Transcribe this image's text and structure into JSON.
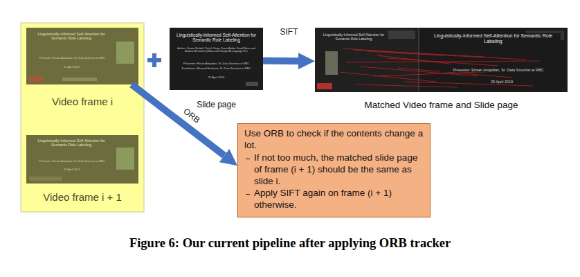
{
  "diagram": {
    "caption": "Figure 6: Our current pipeline after applying ORB tracker",
    "nodes": [
      {
        "text": [
          "Video frame i"
        ]
      },
      {
        "text": [
          "Video frame i + 1"
        ]
      },
      {
        "text": [
          "Slide page"
        ]
      },
      {
        "text": [
          "Matched Video frame and Slide page"
        ]
      },
      {
        "text": [
          "Use ORB to check if the contents change a lot.",
          "If not too much, the matched slide page of frame (i + 1) should be the same as slide i.",
          "Apply SIFT again on frame (i + 1) otherwise."
        ]
      }
    ],
    "edges": [
      {
        "from": 2,
        "to": 3,
        "label": "SIFT",
        "arrow": "to"
      },
      {
        "from": 0,
        "to": 4,
        "label": "ORB",
        "arrow": "to"
      }
    ],
    "labels": [
      "Linguistically-Informed Self-Attention for Semantic Role Labeling",
      "Presenter: Ehsan Amjadian, Sr. Data Scientist at RBC",
      "25 April 2019",
      "Linguistically-Informed Self-Attention for Semantic Role Labeling",
      "Presenter: Ehsan Amjadian, Sr. Data Scientist at RBC",
      "25 April 2019",
      "Linguistically-Informed Self-Attention for Semantic Role Labeling",
      "Authors: Emma Strubell, Patrick Verga, Daniel Andor, David Weiss and Andrew McCallum (UMass and Google AI Language NY)",
      "Presenter: Ehsan Amjadian, Sr. Data Scientist at RBC",
      "Facilitators: Masoud Hashemi, Sr. Data Scientist at RBC",
      "25 April 2019",
      "Linguistically-Informed Self-Attention for Semantic Role Labeling",
      "Linguistically-Informed Self-Attention for Semantic Role Labeling",
      "Presenter: Ehsan Amjadian, Sr. Data Scientist at RBC",
      "25 April 2019"
    ]
  }
}
